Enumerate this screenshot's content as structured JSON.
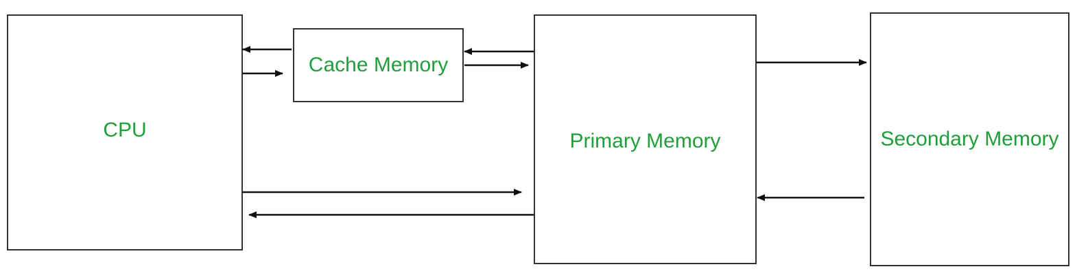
{
  "nodes": {
    "cpu": "CPU",
    "cache": "Cache Memory",
    "primary": "Primary Memory",
    "secondary": "Secondary Memory"
  },
  "colors": {
    "label": "#1f9e3a",
    "border": "#333333",
    "arrow": "#111111"
  }
}
